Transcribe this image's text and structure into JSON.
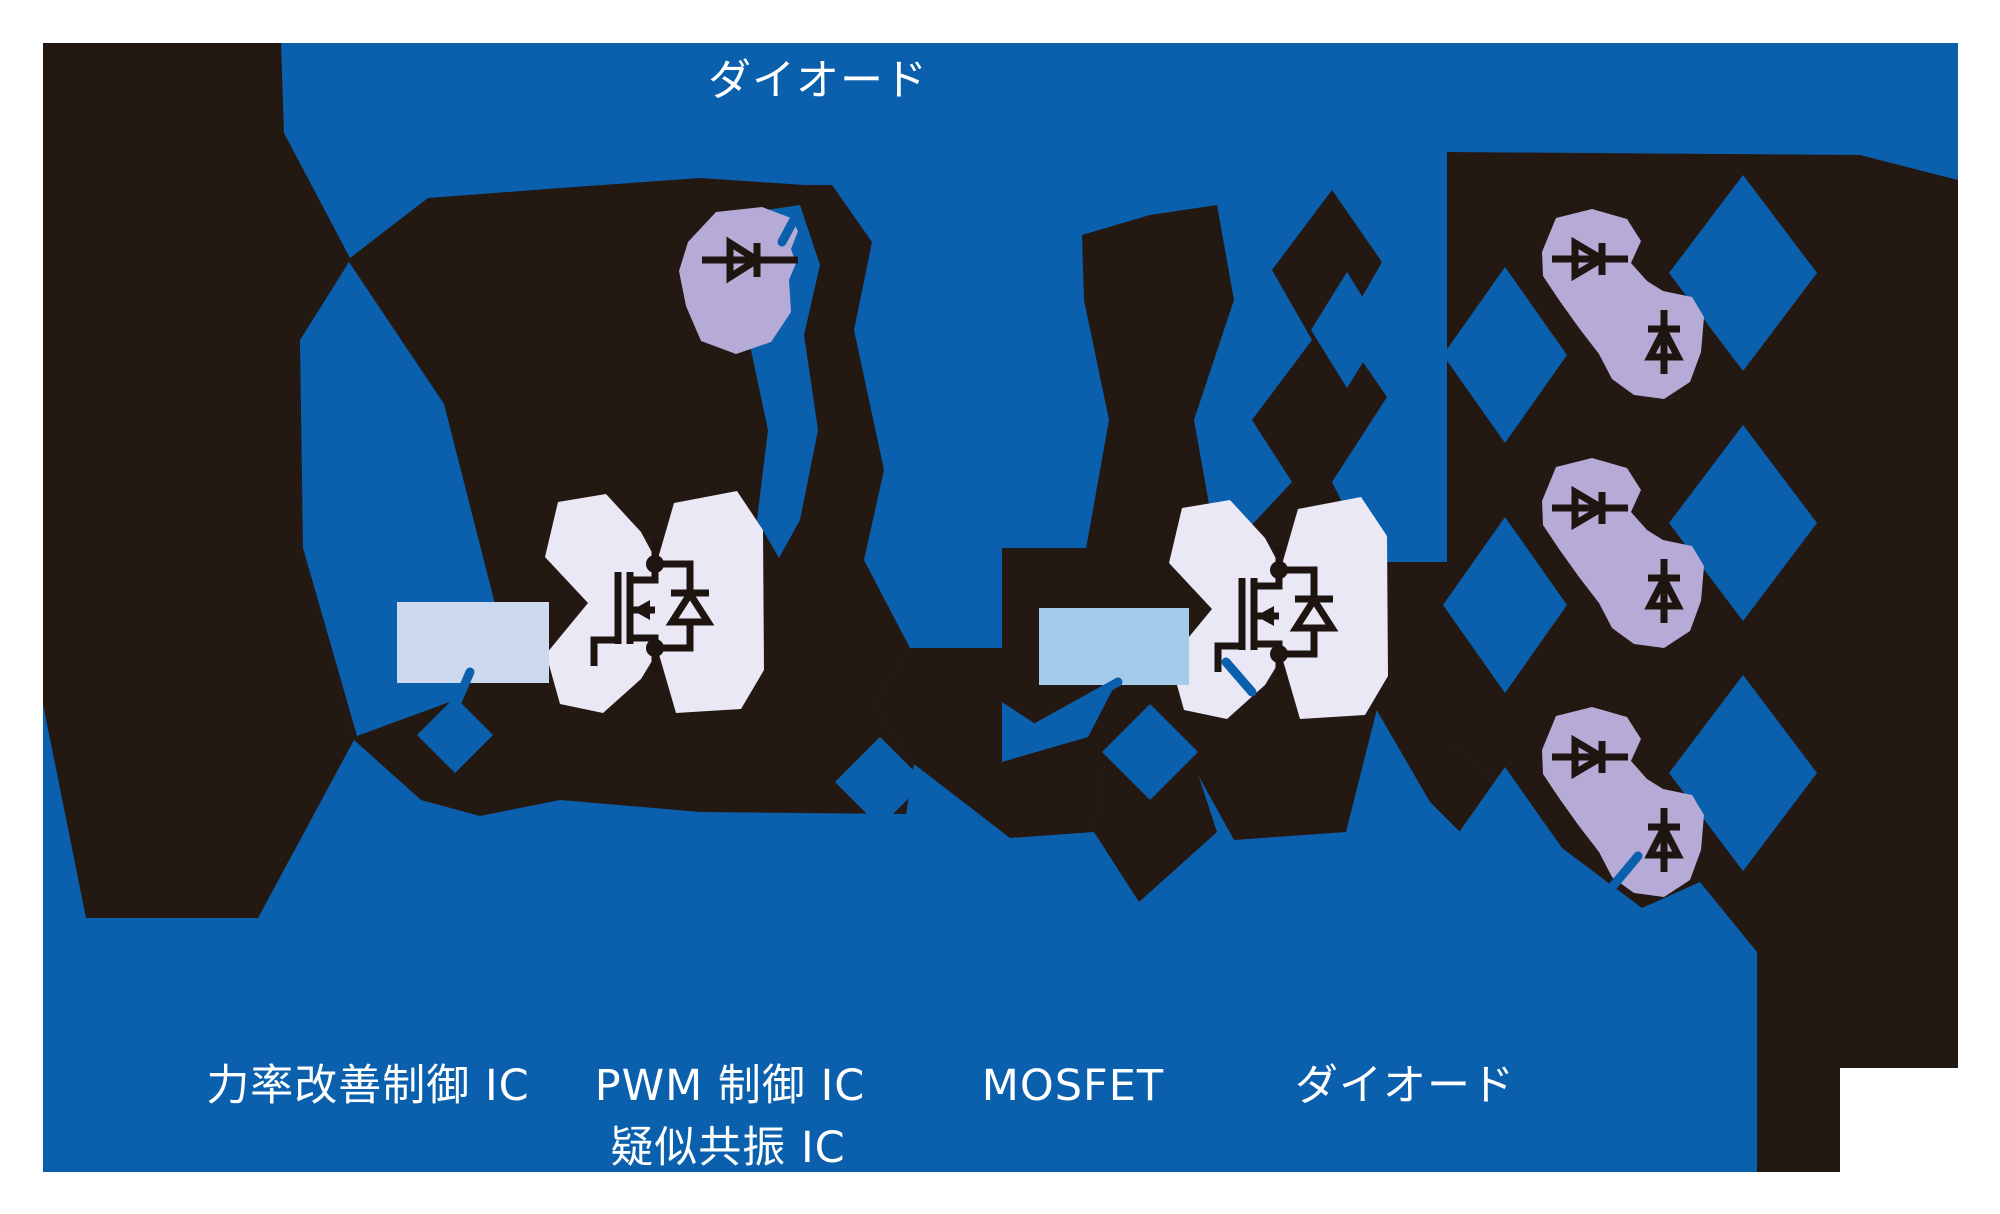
{
  "labels": {
    "top_diode": "ダイオード",
    "pfc": "力率改善制御 IC",
    "pwm": "PWM 制御 IC",
    "quasi": "疑似共振 IC",
    "mosfet": "MOSFET",
    "diode": "ダイオード"
  },
  "colors": {
    "background": "#ffffff",
    "panel_blue": "#0b60ae",
    "blob_dark": "#241813",
    "highlight_lavender": "#b5abd6",
    "highlight_white": "#e9e8f4",
    "ic_box_left": "#ccd9ee",
    "ic_box_right": "#a5cbea",
    "symbol_stroke": "#1f1510",
    "label_text": "#ffffff"
  }
}
